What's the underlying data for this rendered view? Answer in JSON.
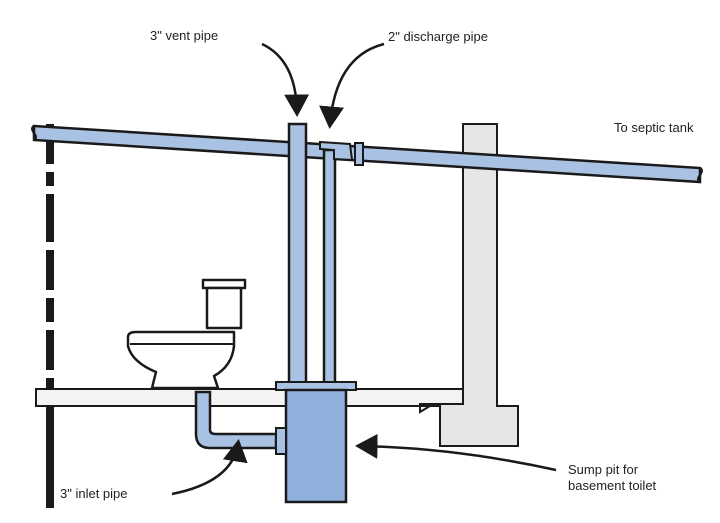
{
  "labels": {
    "vent_pipe": "3\" vent pipe",
    "discharge_pipe": "2\" discharge pipe",
    "septic": "To septic tank",
    "inlet_pipe": "3\" inlet pipe",
    "sump_line1": "Sump pit for",
    "sump_line2": "basement toilet"
  },
  "colors": {
    "pipe_fill": "#a9c2e3",
    "pit_fill": "#8fb0dd",
    "wall_fill": "#e6e6e6",
    "ink": "#1a1a1a"
  }
}
